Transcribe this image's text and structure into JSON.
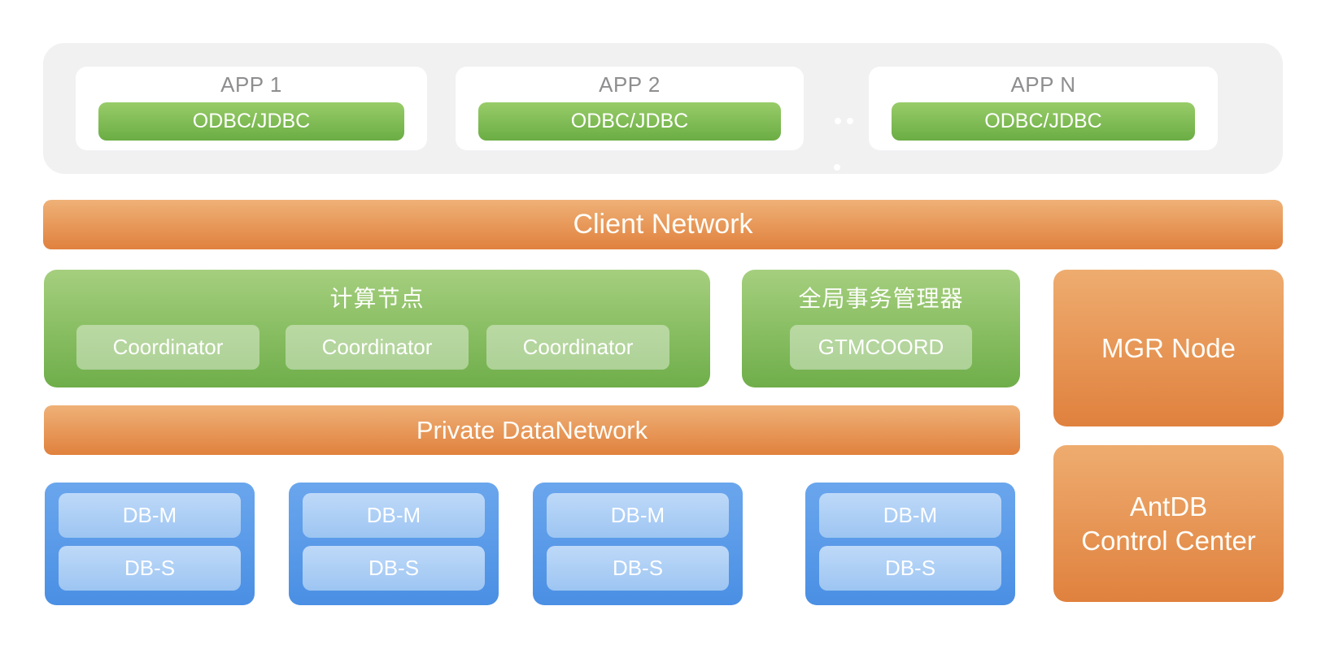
{
  "app_layer": {
    "apps": [
      {
        "label": "APP 1",
        "button": "ODBC/JDBC"
      },
      {
        "label": "APP 2",
        "button": "ODBC/JDBC"
      },
      {
        "label": "APP N",
        "button": "ODBC/JDBC"
      }
    ],
    "ellipsis": "more apps indicator dots"
  },
  "client_network": {
    "label": "Client Network"
  },
  "compute_node": {
    "title": "计算节点",
    "coordinators": [
      "Coordinator",
      "Coordinator",
      "Coordinator"
    ]
  },
  "gtm": {
    "title": "全局事务管理器",
    "button": "GTMCOORD"
  },
  "mgr_node": {
    "label": "MGR Node"
  },
  "private_network": {
    "label": "Private DataNetwork"
  },
  "data_nodes": [
    {
      "master": "DB-M",
      "slave": "DB-S"
    },
    {
      "master": "DB-M",
      "slave": "DB-S"
    },
    {
      "master": "DB-M",
      "slave": "DB-S"
    },
    {
      "master": "DB-M",
      "slave": "DB-S"
    }
  ],
  "control_center": {
    "line1": "AntDB",
    "line2": "Control Center"
  },
  "colors": {
    "background": "#ffffff",
    "app_layer_bg": "#f1f1f2",
    "app_label_text": "#8e8e90",
    "green_top": "#a5cf7e",
    "green_bottom": "#6fae4a",
    "green_button_top": "#98cc69",
    "green_button_bottom": "#6bad44",
    "orange_top": "#eeac6f",
    "orange_bottom": "#e0813e",
    "blue_top": "#6aa6ed",
    "blue_bottom": "#4a8fe4",
    "blue_inner_top": "#bed9f8",
    "blue_inner_bottom": "#9dc5f2",
    "white_text": "#ffffff"
  }
}
